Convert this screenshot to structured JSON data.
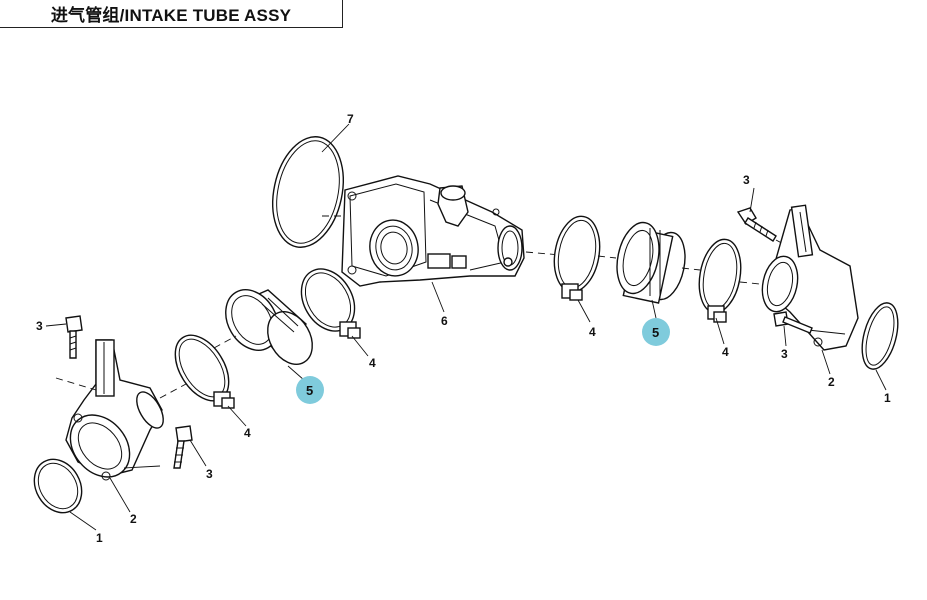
{
  "title": "进气管组/INTAKE TUBE ASSY",
  "highlight_color": "#7fcbdc",
  "callouts": {
    "c7": "7",
    "c6": "6",
    "c5a": "5",
    "c5b": "5",
    "c4a": "4",
    "c4b": "4",
    "c4c": "4",
    "c4d": "4",
    "c3a": "3",
    "c3b": "3",
    "c3c": "3",
    "c3d": "3",
    "c2a": "2",
    "c2b": "2",
    "c1a": "1",
    "c1b": "1"
  }
}
